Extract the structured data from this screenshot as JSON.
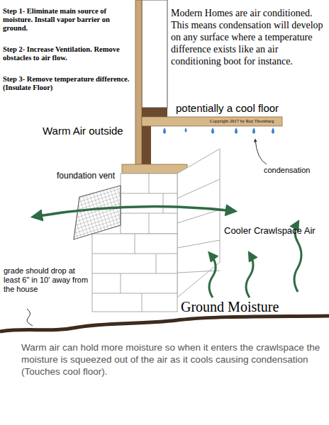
{
  "diagram": {
    "labels": [
      "Step 1- Eliminate main source of moisture. Install vapor barrier on ground.",
      "Step 2- Increase Ventilation. Remove obstacles to air flow.",
      "Step 3- Remove temperature difference. (Insulate Floor)",
      "Modern Homes are air conditioned. This means condensation will develop on any surface where a temperature difference exists like an air conditioning boot for instance.",
      "potentially a cool floor",
      "Copyright 2017 by Ray Thornburg",
      "Warm Air outside",
      "condensation",
      "foundation vent",
      "Cooler Crawlspace Air",
      "grade should drop at least 6\" in 10' away from the house",
      "Ground Moisture",
      "Warm air can hold more moisture so when it enters the crawlspace the moisture is squeezed out of the air as it cools causing condensation (Touches cool floor)."
    ]
  }
}
